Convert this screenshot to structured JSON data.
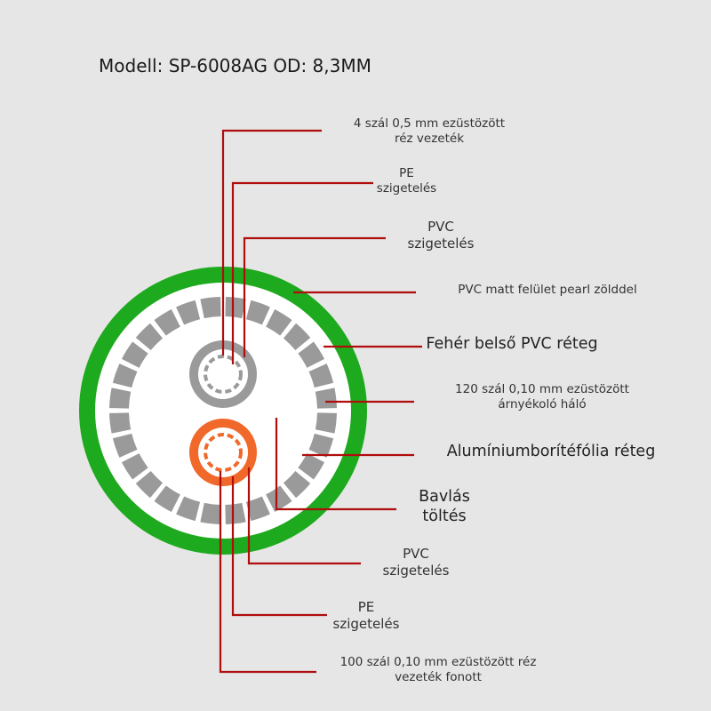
{
  "title": "Modell: SP-6008AG OD: 8,3MM",
  "labels": {
    "conductor_top": [
      "4 szál 0,5 mm ezüstözött",
      "réz vezeték"
    ],
    "pe_top": [
      "PE",
      "szigetelés"
    ],
    "pvc_top": [
      "PVC",
      "szigetelés"
    ],
    "outer_jacket": [
      "PVC matt felület pearl zölddel"
    ],
    "white_inner": [
      "Fehér belső PVC réteg"
    ],
    "braid_shield": [
      "120 szál 0,10 mm ezüstözött",
      "árnyékoló háló"
    ],
    "foil": [
      "Alumíniumborítéfólia réteg"
    ],
    "filler": [
      "Bavlás",
      "töltés"
    ],
    "pvc_bottom": [
      "PVC",
      "szigetelés"
    ],
    "pe_bottom": [
      "PE",
      "szigetelés"
    ],
    "conductor_bottom": [
      "100 szál 0,10 mm ezüstözött réz",
      "vezeték fonott"
    ]
  },
  "colors": {
    "leader": "#b00d0d",
    "outer_jacket": "#1eaa1e",
    "white_layer": "#ffffff",
    "shield_segments": "#9a9a9a",
    "core_top": "#9a9a9a",
    "core_bottom": "#f0692b"
  }
}
